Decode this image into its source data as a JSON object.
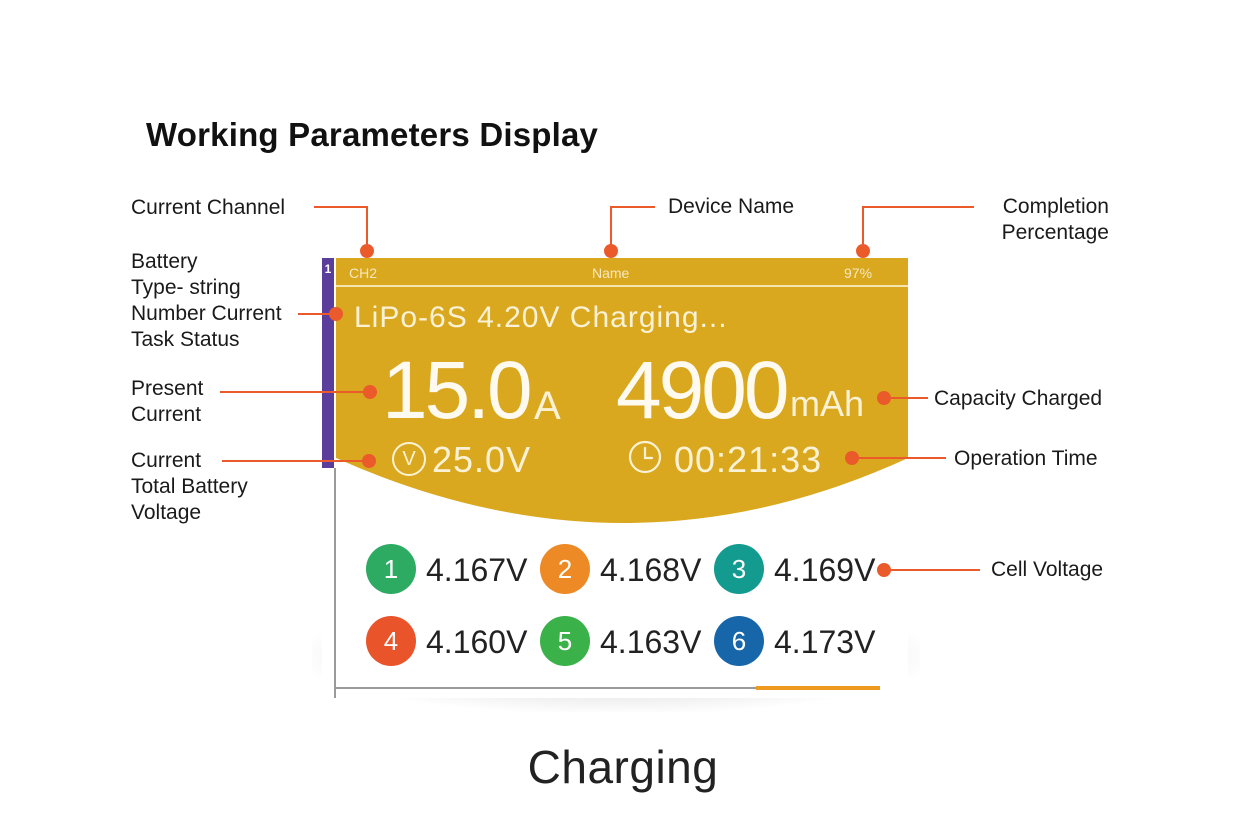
{
  "title": "Working Parameters Display",
  "caption": "Charging",
  "colors": {
    "screen_gold": "#d9a81e",
    "channel_strip": "#5b3d9c",
    "annotation": "#ea5a2a",
    "progress": "#ee9a1e"
  },
  "annotations": {
    "current_channel": "Current Channel",
    "device_name": "Device Name",
    "completion_line1": "Completion",
    "completion_line2": "Percentage",
    "battery_line1": "Battery",
    "battery_line2": "Type- string",
    "battery_line3": "Number Current",
    "battery_line4": "Task Status",
    "present_line1": "Present",
    "present_line2": "Current",
    "voltage_line1": "Current",
    "voltage_line2": "Total Battery",
    "voltage_line3": "Voltage",
    "capacity": "Capacity Charged",
    "operation_time": "Operation Time",
    "cell_voltage": "Cell Voltage"
  },
  "screen": {
    "channel_number": "1",
    "channel": "CH2",
    "device_name": "Name",
    "completion": "97%",
    "completion_fraction": 0.97,
    "status": "LiPo-6S 4.20V Charging...",
    "current_value": "15.0",
    "current_unit": "A",
    "capacity_value": "4900",
    "capacity_unit": "mAh",
    "voltage_icon": "volt-icon",
    "voltage_icon_glyph": "V",
    "voltage": "25.0V",
    "time_icon": "clock-icon",
    "time": "00:21:33",
    "cells": [
      {
        "num": "1",
        "value": "4.167V",
        "color": "#2eab62"
      },
      {
        "num": "2",
        "value": "4.168V",
        "color": "#ee8a25"
      },
      {
        "num": "3",
        "value": "4.169V",
        "color": "#139b8f"
      },
      {
        "num": "4",
        "value": "4.160V",
        "color": "#e9542a"
      },
      {
        "num": "5",
        "value": "4.163V",
        "color": "#3bb14a"
      },
      {
        "num": "6",
        "value": "4.173V",
        "color": "#1766a9"
      }
    ]
  }
}
